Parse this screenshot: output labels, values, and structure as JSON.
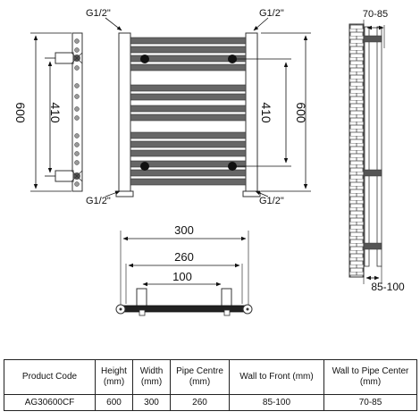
{
  "drawing": {
    "pipe_labels": {
      "top_left": "G1/2\"",
      "top_right": "G1/2\"",
      "bottom_left": "G1/2\"",
      "bottom_right": "G1/2\""
    },
    "dimensions": {
      "height_overall": "600",
      "height_centres_left": "410",
      "height_centres_right": "410",
      "height_overall_right": "600",
      "wall_to_pipe_centre": "70-85",
      "wall_to_front": "85-100",
      "width_overall": "300",
      "pipe_centres": "260",
      "valve_spacing": "100"
    }
  },
  "spec_table": {
    "headers": {
      "product_code": "Product Code",
      "height": "Height (mm)",
      "width": "Width (mm)",
      "pipe_centre": "Pipe Centre (mm)",
      "wall_to_front": "Wall to Front (mm)",
      "wall_to_pipe_centre": "Wall to Pipe Center (mm)"
    },
    "row": {
      "product_code": "AG30600CF",
      "height": "600",
      "width": "300",
      "pipe_centre": "260",
      "wall_to_front": "85-100",
      "wall_to_pipe_centre": "70-85"
    }
  }
}
